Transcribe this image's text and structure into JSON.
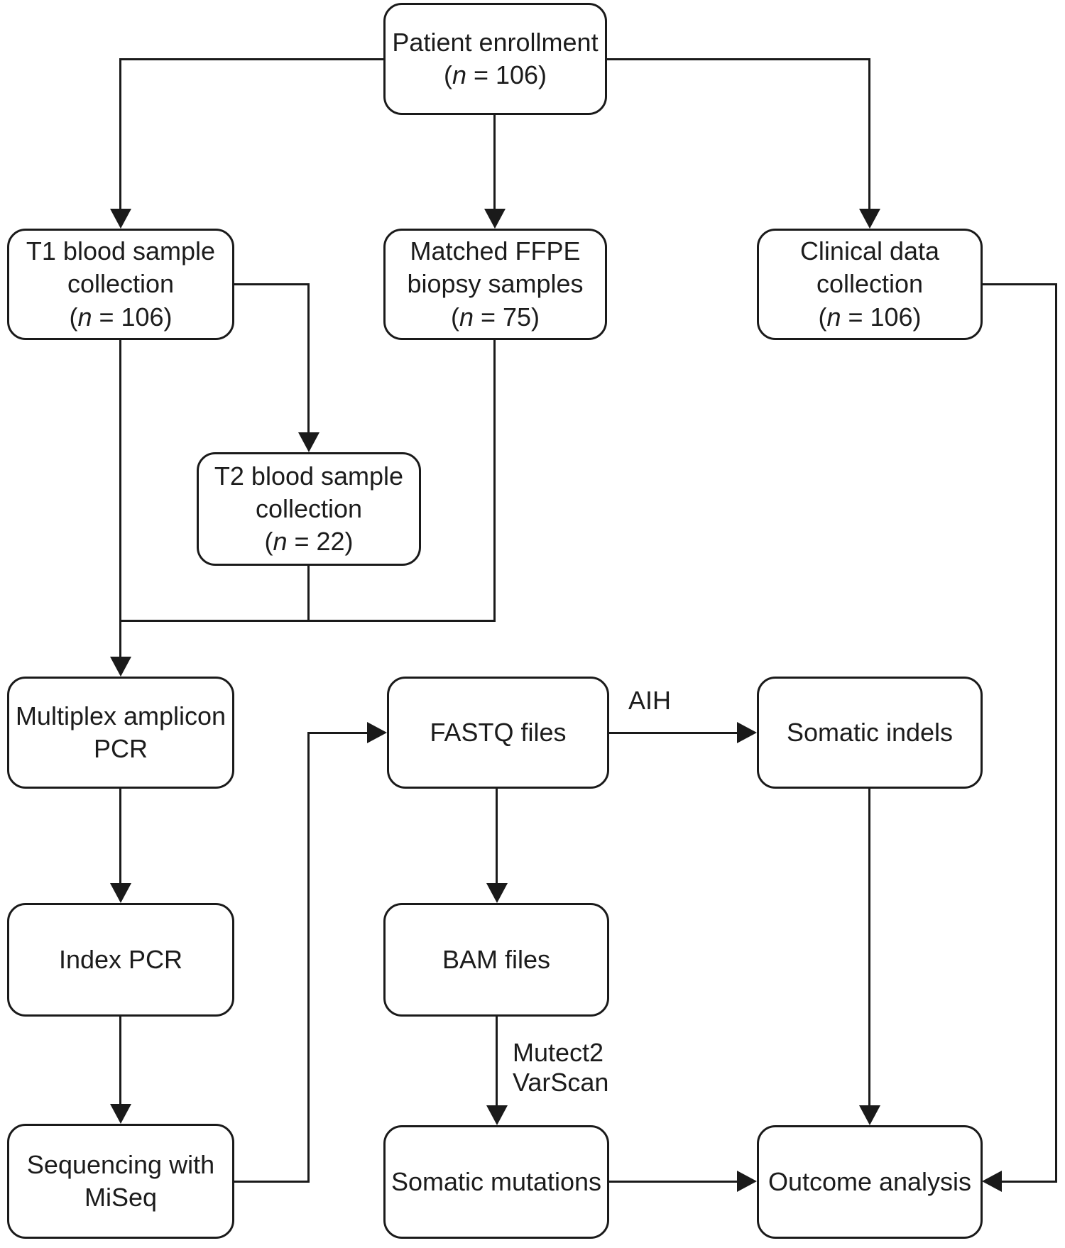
{
  "colors": {
    "line": "#1a1a1a",
    "box_border": "#1a1a1a",
    "box_fill": "#ffffff",
    "text": "#1c1c1c",
    "background": "#ffffff"
  },
  "nodes": {
    "patient_enrollment": {
      "lines": [
        "Patient enrollment"
      ],
      "count": {
        "pre": "(",
        "var": "n",
        "post": " = 106)"
      }
    },
    "t1_blood": {
      "lines": [
        "T1 blood sample",
        "collection"
      ],
      "count": {
        "pre": "(",
        "var": "n",
        "post": " = 106)"
      }
    },
    "matched_ffpe": {
      "lines": [
        "Matched FFPE",
        "biopsy samples"
      ],
      "count": {
        "pre": "(",
        "var": "n",
        "post": " = 75)"
      }
    },
    "clinical_data": {
      "lines": [
        "Clinical data",
        "collection"
      ],
      "count": {
        "pre": "(",
        "var": "n",
        "post": " = 106)"
      }
    },
    "t2_blood": {
      "lines": [
        "T2 blood sample",
        "collection"
      ],
      "count": {
        "pre": "(",
        "var": "n",
        "post": " = 22)"
      }
    },
    "multiplex_pcr": {
      "lines": [
        "Multiplex amplicon",
        "PCR"
      ]
    },
    "fastq_files": {
      "lines": [
        "FASTQ files"
      ]
    },
    "somatic_indels": {
      "lines": [
        "Somatic indels"
      ]
    },
    "index_pcr": {
      "lines": [
        "Index PCR"
      ]
    },
    "bam_files": {
      "lines": [
        "BAM files"
      ]
    },
    "miseq": {
      "lines": [
        "Sequencing with",
        "MiSeq"
      ]
    },
    "somatic_mutations": {
      "lines": [
        "Somatic mutations"
      ]
    },
    "outcome_analysis": {
      "lines": [
        "Outcome analysis"
      ]
    }
  },
  "edge_labels": {
    "aih": "AIH",
    "mutect2": "Mutect2",
    "varscan": "VarScan"
  }
}
